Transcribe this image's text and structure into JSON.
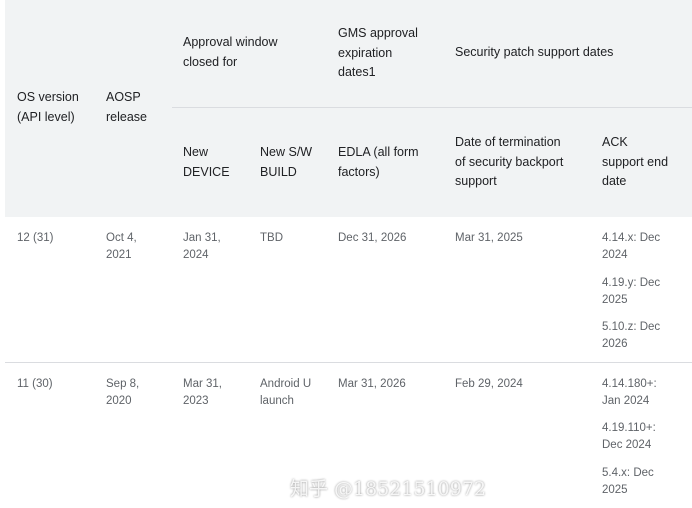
{
  "headers": {
    "os_version": "OS version\n(API level)",
    "aosp_release": "AOSP\nrelease",
    "approval_window": "Approval window\nclosed for",
    "gms_expiration": "GMS approval\nexpiration\ndates1",
    "security_patch": "Security patch support dates",
    "new_device": "New\nDEVICE",
    "new_sw_build": "New S/W\nBUILD",
    "edla": "EDLA (all form\nfactors)",
    "termination": "Date of termination\nof security backport\nsupport",
    "ack_end": "ACK\nsupport end\ndate"
  },
  "rows": [
    {
      "os": "12 (31)",
      "aosp": "Oct 4,\n2021",
      "new_device": "Jan 31,\n2024",
      "new_sw": "TBD",
      "edla": "Dec 31, 2026",
      "termination": "Mar 31, 2025",
      "ack": [
        "4.14.x: Dec\n2024",
        "4.19.y: Dec\n2025",
        "5.10.z: Dec\n2026"
      ]
    },
    {
      "os": "11 (30)",
      "aosp": "Sep 8,\n2020",
      "new_device": "Mar 31,\n2023",
      "new_sw": "Android U\nlaunch",
      "edla": "Mar 31, 2026",
      "termination": "Feb 29, 2024",
      "ack": [
        "4.14.180+:\nJan 2024",
        "4.19.110+:\nDec 2024",
        "5.4.x: Dec\n2025"
      ]
    }
  ],
  "watermark": "知乎 @18521510972"
}
